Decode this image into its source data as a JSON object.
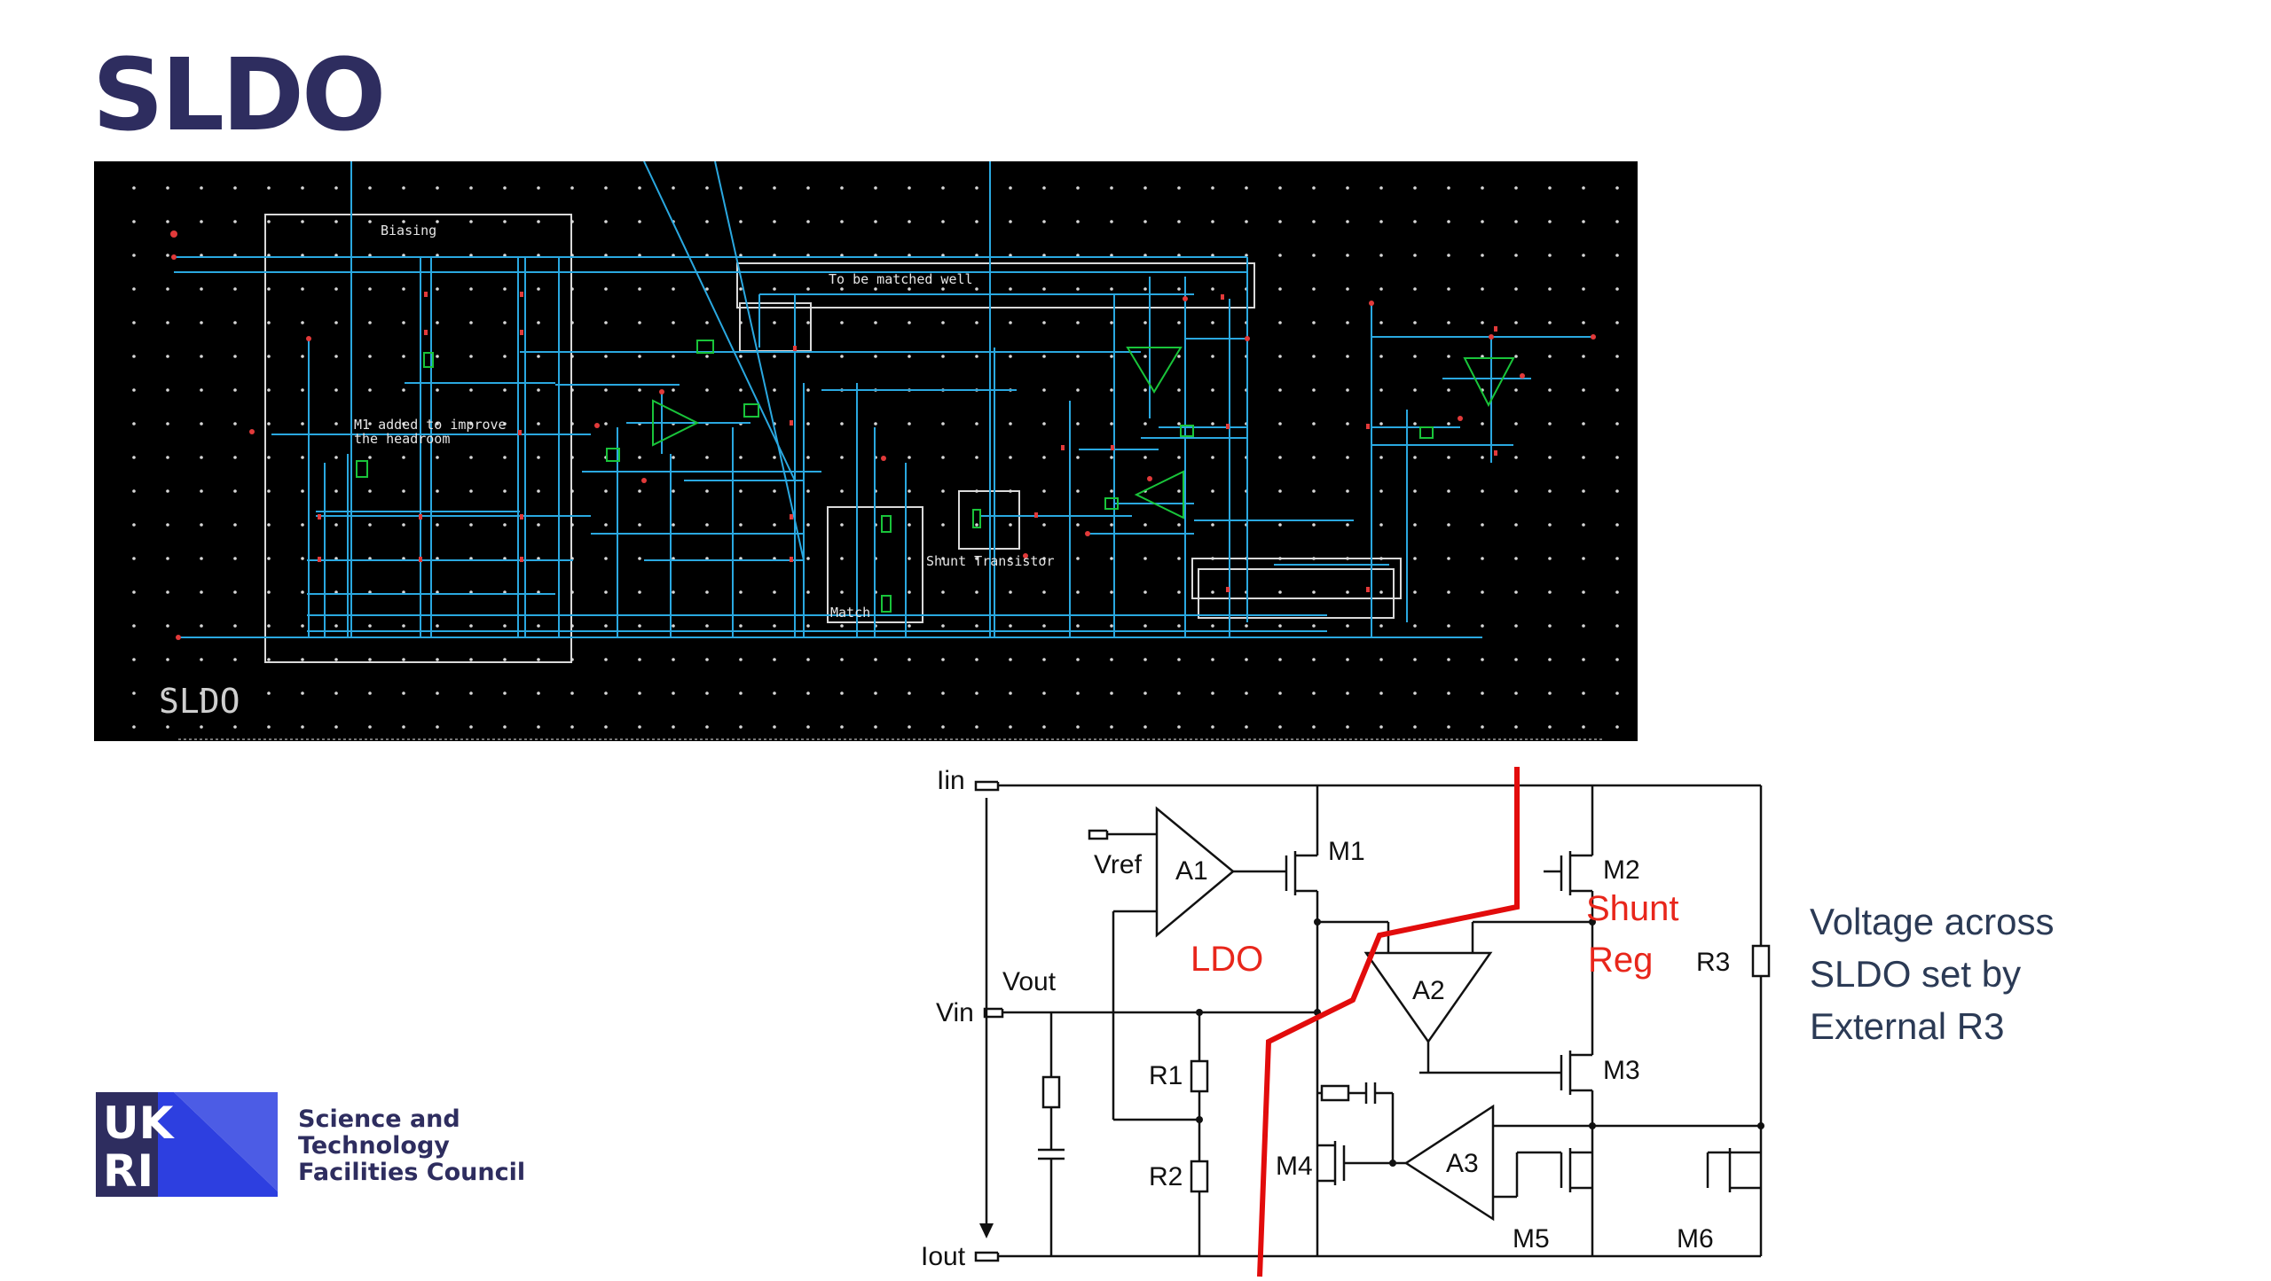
{
  "slide": {
    "title": "SLDO"
  },
  "layout_view": {
    "labels": {
      "biasing": "Biasing",
      "matched_well": "To be matched well",
      "m1_note_line1": "M1 added to improve",
      "m1_note_line2": "the headroom",
      "shunt": "Shunt Transistor",
      "match": "Match",
      "cell_name": "SLDO"
    }
  },
  "schematic": {
    "labels": {
      "iin": "Iin",
      "vref": "Vref",
      "vout": "Vout",
      "vin": "Vin",
      "iout": "Iout",
      "a1": "A1",
      "a2": "A2",
      "a3": "A3",
      "m1": "M1",
      "m2": "M2",
      "m3": "M3",
      "m4": "M4",
      "m5": "M5",
      "m6": "M6",
      "r1": "R1",
      "r2": "R2",
      "r3": "R3",
      "ldo": "LDO",
      "shunt_line1": "Shunt",
      "shunt_line2": "Reg"
    },
    "colors": {
      "annotation": "#e8261b",
      "boundary": "#e20c0c"
    }
  },
  "note": {
    "line1": "Voltage across",
    "line2": "SLDO set by",
    "line3": "External R3"
  },
  "logo": {
    "mark_top": "UK",
    "mark_bottom": "RI",
    "line1": "Science and",
    "line2": "Technology",
    "line3": "Facilities Council"
  },
  "colors": {
    "title": "#2e2d5f",
    "logo_blue": "#2d3fe0",
    "wire": "#2aa8e0",
    "device": "#19c43a",
    "pin": "#e23a3a"
  }
}
